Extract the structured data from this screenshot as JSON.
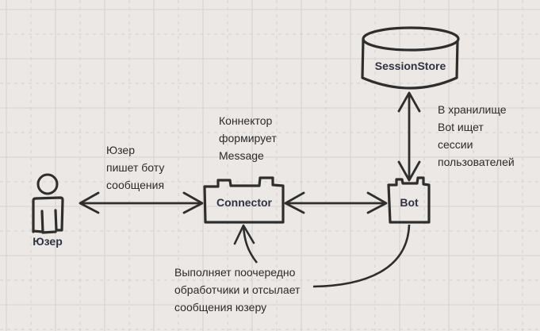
{
  "diagram": {
    "title": "",
    "nodes": {
      "user": {
        "label": "Юзер",
        "shape": "actor"
      },
      "connector": {
        "label": "Connector",
        "shape": "component"
      },
      "bot": {
        "label": "Bot",
        "shape": "component"
      },
      "session_store": {
        "label": "SessionStore",
        "shape": "database"
      }
    },
    "edges": [
      {
        "from": "user",
        "to": "connector",
        "style": "bidirectional-arrow"
      },
      {
        "from": "connector",
        "to": "bot",
        "style": "bidirectional-arrow"
      },
      {
        "from": "bot",
        "to": "session_store",
        "style": "bidirectional-arrow"
      },
      {
        "from": "bot",
        "to": "connector",
        "style": "curved-arrow"
      }
    ],
    "annotations": {
      "user_connector": "Юзер\nпишет боту\nсообщения",
      "connector_note": "Коннектор\nформирует\nMessage",
      "bot_store": "В хранилище\nBot ищет\nсессии\nпользователей",
      "bot_connector": "Выполняет поочередно\nобработчики и отсылает\nсообщения юзеру"
    },
    "colors": {
      "background": "#ebe8e5",
      "grid_major": "#d9d6d3",
      "grid_minor": "#d4d1ce",
      "stroke": "#2e2e2e",
      "text": "#2b2b2b",
      "node_text": "#2f3340"
    }
  }
}
